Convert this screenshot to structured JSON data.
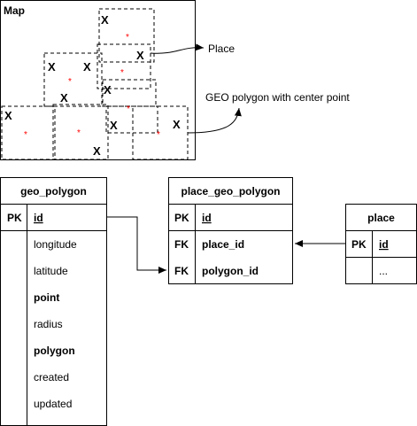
{
  "map": {
    "title": "Map",
    "marker_symbol": "X",
    "center_symbol": "*"
  },
  "annotations": {
    "place": "Place",
    "geo_polygon": "GEO polygon with center point"
  },
  "tables": {
    "geo_polygon": {
      "name": "geo_polygon",
      "rows": [
        {
          "key": "PK",
          "field": "id",
          "bold": true,
          "underline": true
        },
        {
          "key": "",
          "field": "longitude",
          "bold": false,
          "underline": false
        },
        {
          "key": "",
          "field": "latitude",
          "bold": false,
          "underline": false
        },
        {
          "key": "",
          "field": "point",
          "bold": true,
          "underline": false
        },
        {
          "key": "",
          "field": "radius",
          "bold": false,
          "underline": false
        },
        {
          "key": "",
          "field": "polygon",
          "bold": true,
          "underline": false
        },
        {
          "key": "",
          "field": "created",
          "bold": false,
          "underline": false
        },
        {
          "key": "",
          "field": "updated",
          "bold": false,
          "underline": false
        }
      ]
    },
    "place_geo_polygon": {
      "name": "place_geo_polygon",
      "rows": [
        {
          "key": "PK",
          "field": "id",
          "bold": true,
          "underline": true
        },
        {
          "key": "FK",
          "field": "place_id",
          "bold": true,
          "underline": false
        },
        {
          "key": "FK",
          "field": "polygon_id",
          "bold": true,
          "underline": false
        }
      ]
    },
    "place": {
      "name": "place",
      "rows": [
        {
          "key": "PK",
          "field": "id",
          "bold": true,
          "underline": true
        },
        {
          "key": "",
          "field": "...",
          "bold": false,
          "underline": false
        }
      ]
    }
  },
  "colors": {
    "center_point": "#ff0000",
    "stroke": "#000000"
  }
}
